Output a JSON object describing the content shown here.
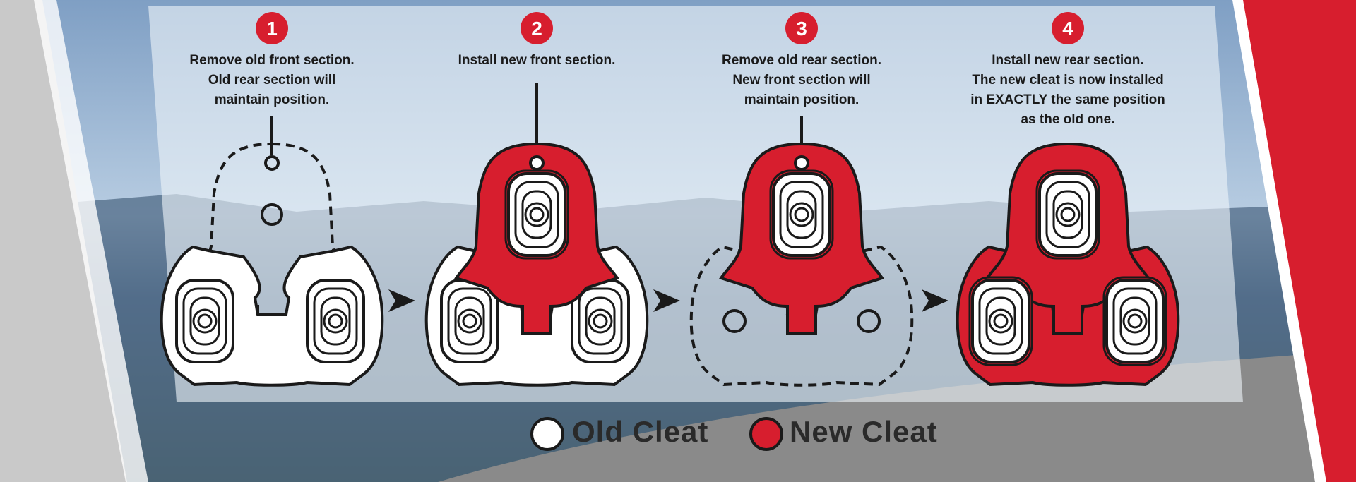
{
  "colors": {
    "red": "#d71e2e",
    "white": "#ffffff",
    "outline": "#1a1a1a",
    "panel": "#eef3f8"
  },
  "steps": [
    {
      "number": "1",
      "text": "Remove old front section.\nOld rear section will\nmaintain position."
    },
    {
      "number": "2",
      "text": "Install new front section."
    },
    {
      "number": "3",
      "text": "Remove old rear section.\nNew front section will\nmaintain position."
    },
    {
      "number": "4",
      "text": "Install new rear section.\nThe new cleat is now installed\nin EXACTLY the same position\nas the old one."
    }
  ],
  "legend": {
    "old_label": "Old Cleat",
    "new_label": "New Cleat"
  }
}
